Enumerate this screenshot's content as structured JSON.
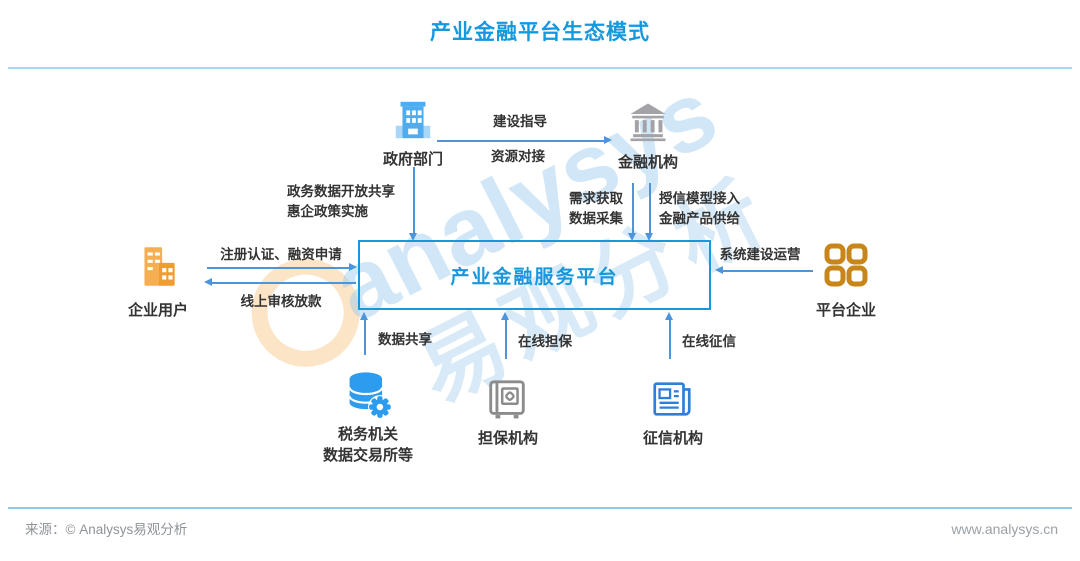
{
  "title": "产业金融平台生态模式",
  "center_box": {
    "label": "产业金融服务平台"
  },
  "nodes": {
    "government": {
      "label": "政府部门"
    },
    "financial": {
      "label": "金融机构"
    },
    "enterprise_user": {
      "label": "企业用户"
    },
    "platform_enterprise": {
      "label": "平台企业"
    },
    "tax_data": {
      "label_line1": "税务机关",
      "label_line2": "数据交易所等"
    },
    "guarantee": {
      "label": "担保机构"
    },
    "credit": {
      "label": "征信机构"
    }
  },
  "edges": {
    "gov_fin_top": "建设指导",
    "gov_fin_bottom": "资源对接",
    "gov_platform_line1": "政务数据开放共享",
    "gov_platform_line2": "惠企政策实施",
    "fin_platform_left_line1": "需求获取",
    "fin_platform_left_line2": "数据采集",
    "fin_platform_right_line1": "授信模型接入",
    "fin_platform_right_line2": "金融产品供给",
    "user_to_platform": "注册认证、融资申请",
    "platform_to_user": "线上审核放款",
    "enterprise_to_platform": "系统建设运营",
    "tax_to_platform": "数据共享",
    "guarantee_to_platform": "在线担保",
    "credit_to_platform": "在线征信"
  },
  "watermark": {
    "en": "analysys",
    "cn": "易观分析"
  },
  "footer": {
    "source": "来源：© Analysys易观分析",
    "website": "www.analysys.cn"
  },
  "colors": {
    "title_blue": "#1499DE",
    "arrow_blue": "#4D94DB",
    "box_border_blue": "#1898DC",
    "label_dark": "#333333",
    "icon_blue": "#2D9CEE",
    "icon_gray": "#9B9BA0",
    "icon_orange": "#F3AC4E",
    "icon_dark_orange": "#C8861A",
    "divider_blue": "#A3D8F0",
    "footer_gray": "#95989C"
  }
}
